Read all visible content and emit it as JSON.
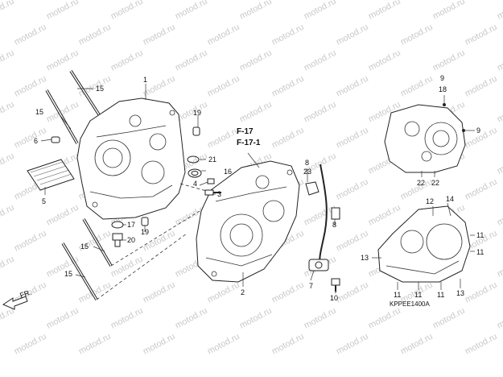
{
  "diagram": {
    "watermark": "motod.ru",
    "catalog_code": "KPPEE1400A",
    "direction_label": "FR.",
    "references": [
      "F-17",
      "F-17-1"
    ],
    "callouts": {
      "c1": "1",
      "c2": "2",
      "c4": "4",
      "c5": "5",
      "c6": "6",
      "c7": "7",
      "c8a": "8",
      "c8b": "8",
      "c9a": "9",
      "c9b": "9",
      "c10": "10",
      "c11a": "11",
      "c11b": "11",
      "c11c": "11",
      "c11d": "11",
      "c11e": "11",
      "c12": "12",
      "c13a": "13",
      "c13b": "13",
      "c14": "14",
      "c15a": "15",
      "c15b": "15",
      "c15c": "15",
      "c15d": "15",
      "c16": "16",
      "c17": "17",
      "c18": "18",
      "c19a": "19",
      "c19b": "19",
      "c20": "20",
      "c21": "21",
      "c22a": "22",
      "c22b": "22",
      "c23": "23"
    }
  }
}
